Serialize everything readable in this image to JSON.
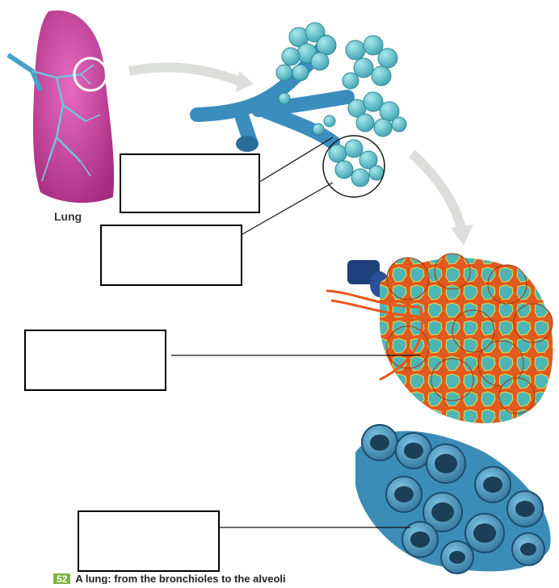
{
  "figure": {
    "lung_label": "Lung",
    "figure_number": "52",
    "caption": "A lung: from the bronchioles to the alveoli",
    "colors": {
      "lung": "#cc3e9c",
      "airway": "#3f92c3",
      "alveoli": "#66c6cf",
      "capillary": "#d9501c",
      "section": "#3d8fb8",
      "arrow": "#d9dcd9"
    }
  },
  "label_boxes": [
    {
      "id": "label-box-1",
      "value": ""
    },
    {
      "id": "label-box-2",
      "value": ""
    },
    {
      "id": "label-box-3",
      "value": ""
    },
    {
      "id": "label-box-4",
      "value": ""
    }
  ]
}
